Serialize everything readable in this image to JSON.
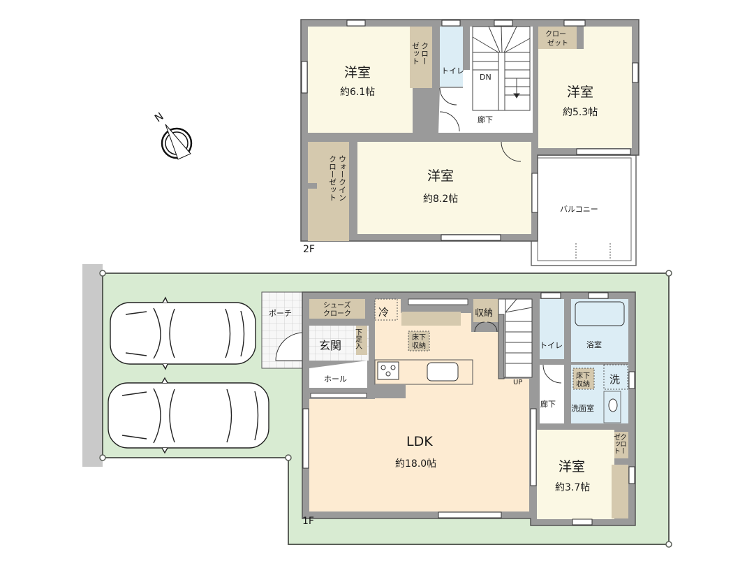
{
  "colors": {
    "wall": "#9a9a9a",
    "wall_stroke": "#555555",
    "room_western": "#fbf8e4",
    "room_ldk": "#fdebd2",
    "closet": "#d5c9ae",
    "wet_area": "#dcedf5",
    "hall": "#ffffff",
    "lot": "#d8ebd2",
    "lot_border": "#5a5f58",
    "road": "#c9c9c9",
    "tile": "#f6f6f6"
  },
  "compass": {
    "label": "N"
  },
  "floor2": {
    "label": "2F",
    "rooms": {
      "western_a": {
        "name": "洋室",
        "size": "約6.1帖"
      },
      "western_b": {
        "name": "洋室",
        "size": "約5.3帖"
      },
      "western_c": {
        "name": "洋室",
        "size": "約8.2帖"
      },
      "closet_a": {
        "line1": "クロー",
        "line2": "ゼット"
      },
      "closet_b": {
        "line1": "クロー",
        "line2": "ゼット"
      },
      "toilet": {
        "name": "トイレ"
      },
      "hallway": {
        "name": "廊下"
      },
      "stairs": {
        "label": "DN"
      },
      "walk_in_closet": {
        "line1": "ウォークイン",
        "line2": "クローゼット"
      },
      "balcony": {
        "name": "バルコニー"
      }
    }
  },
  "floor1": {
    "label": "1F",
    "rooms": {
      "porch": {
        "name": "ポーチ"
      },
      "shoe_cloak": {
        "line1": "シューズ",
        "line2": "クローク"
      },
      "entrance": {
        "name": "玄関"
      },
      "shoe_box": {
        "name": "下足入"
      },
      "hall": {
        "name": "ホール"
      },
      "fridge": {
        "name": "冷"
      },
      "underfloor_storage_kitchen": {
        "line1": "床下",
        "line2": "収納"
      },
      "storage": {
        "name": "収納"
      },
      "stairs": {
        "label": "UP"
      },
      "ldk": {
        "name": "LDK",
        "size": "約18.0帖"
      },
      "toilet": {
        "name": "トイレ"
      },
      "bathroom": {
        "name": "浴室"
      },
      "underfloor_storage_wash": {
        "line1": "床下",
        "line2": "収納"
      },
      "washer": {
        "name": "洗"
      },
      "washroom": {
        "name": "洗面室"
      },
      "hallway": {
        "name": "廊下"
      },
      "closet": {
        "line1": "クロー",
        "line2": "ゼット"
      },
      "western": {
        "name": "洋室",
        "size": "約3.7帖"
      }
    }
  },
  "parking": {
    "cars": 2
  }
}
